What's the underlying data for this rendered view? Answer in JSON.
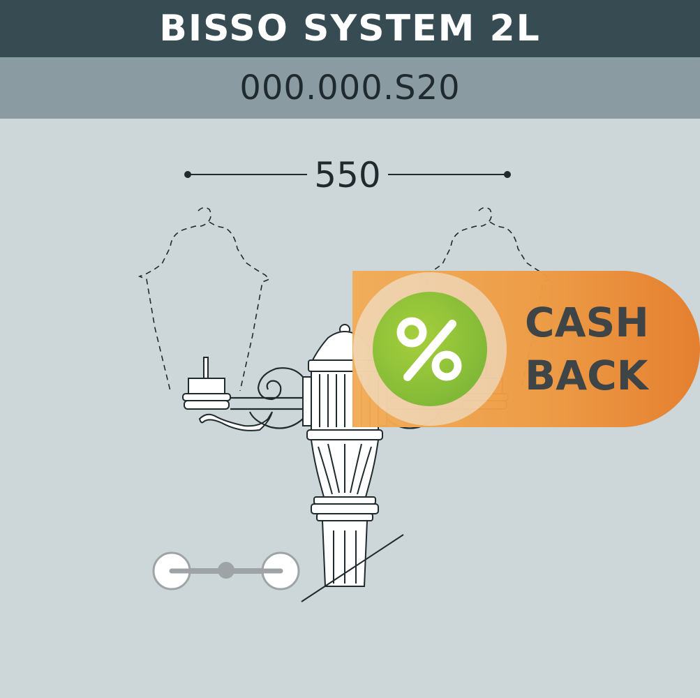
{
  "header": {
    "title": "BISSO SYSTEM 2L",
    "code": "000.000.S20"
  },
  "dimension": {
    "width_label": "550"
  },
  "badge": {
    "line1": "CASH",
    "line2": "BACK",
    "icon": "percent-icon",
    "colors": {
      "orange": "#ee9a42",
      "green": "#88bd38",
      "text": "#3f4447"
    }
  },
  "colors": {
    "title_bar": "#364b52",
    "code_bar": "#8a9ba2",
    "background": "#cdd7da"
  }
}
